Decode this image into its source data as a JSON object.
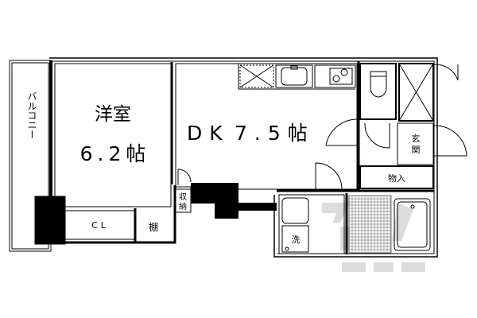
{
  "floorplan": {
    "balcony_label": "バルコニー",
    "western_room": {
      "name": "洋室",
      "size": "6.2帖"
    },
    "dk": {
      "name": "DK",
      "size": "7.5帖"
    },
    "closet_label": "CL",
    "shelf_label": "棚",
    "storage_label": "収納",
    "entrance_label": "玄関",
    "storeroom_label": "物入",
    "washer_label": "洗",
    "watermark": "アパマンショップ"
  },
  "colors": {
    "line": "#000000",
    "background": "#ffffff",
    "watermark": "#d8d8d8"
  }
}
